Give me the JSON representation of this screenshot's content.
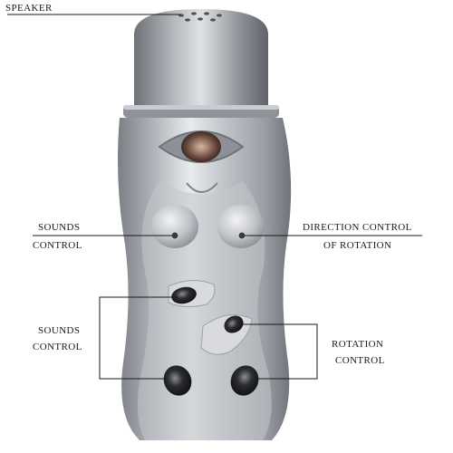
{
  "labels": {
    "speaker": "SPEAKER",
    "sounds_control_1": {
      "line1": "SOUNDS",
      "line2": "CONTROL"
    },
    "direction_control": {
      "line1": "DIRECTION CONTROL",
      "line2": "OF ROTATION"
    },
    "sounds_control_2": {
      "line1": "SOUNDS",
      "line2": "CONTROL"
    },
    "rotation_control": {
      "line1": "ROTATION",
      "line2": "CONTROL"
    }
  },
  "colors": {
    "body_silver": "#b9bcc1",
    "body_highlight": "#eef0f2",
    "body_shadow": "#7c8086",
    "button_dark": "#2c2d31",
    "leader_line": "#1a1a1a"
  }
}
